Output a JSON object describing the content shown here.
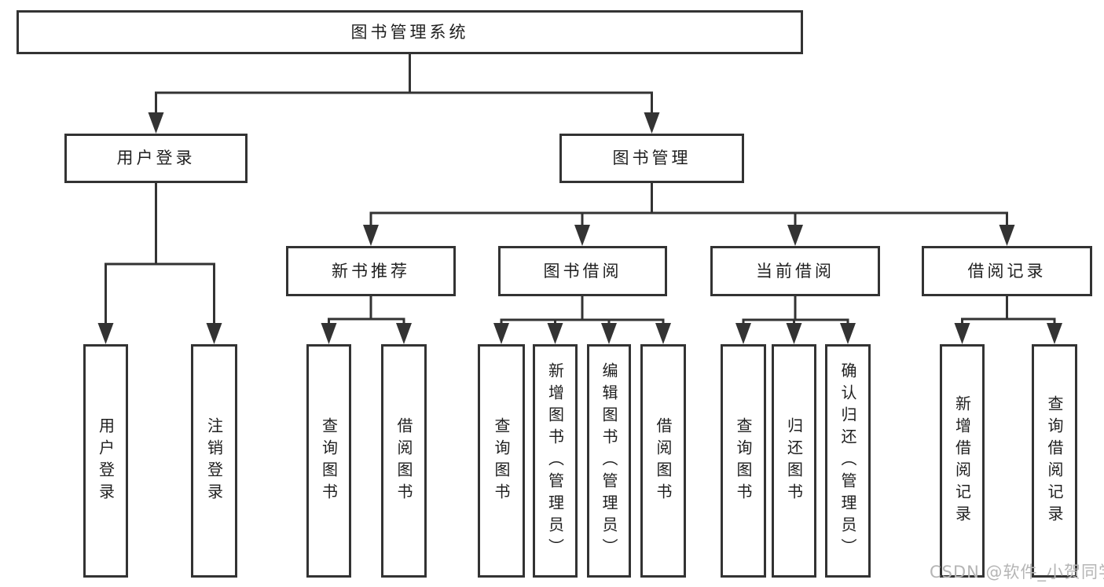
{
  "diagram": {
    "tree": {
      "label": "图书管理系统",
      "children": [
        {
          "label": "用户登录",
          "children": [
            {
              "label": "用户登录"
            },
            {
              "label": "注销登录"
            }
          ]
        },
        {
          "label": "图书管理",
          "children": [
            {
              "label": "新书推荐",
              "children": [
                {
                  "label": "查询图书"
                },
                {
                  "label": "借阅图书"
                }
              ]
            },
            {
              "label": "图书借阅",
              "children": [
                {
                  "label": "查询图书"
                },
                {
                  "label": "新增图书（管理员）"
                },
                {
                  "label": "编辑图书（管理员）"
                },
                {
                  "label": "借阅图书"
                }
              ]
            },
            {
              "label": "当前借阅",
              "children": [
                {
                  "label": "查询图书"
                },
                {
                  "label": "归还图书"
                },
                {
                  "label": "确认归还（管理员）"
                }
              ]
            },
            {
              "label": "借阅记录",
              "children": [
                {
                  "label": "新增借阅记录"
                },
                {
                  "label": "查询借阅记录"
                }
              ]
            }
          ]
        }
      ]
    }
  },
  "watermark": {
    "text": "CSDN @软件_小贺同学"
  },
  "colors": {
    "line": "#333333",
    "text": "#1f1f1f",
    "watermark": "#b5b5b5",
    "background": "#ffffff"
  }
}
